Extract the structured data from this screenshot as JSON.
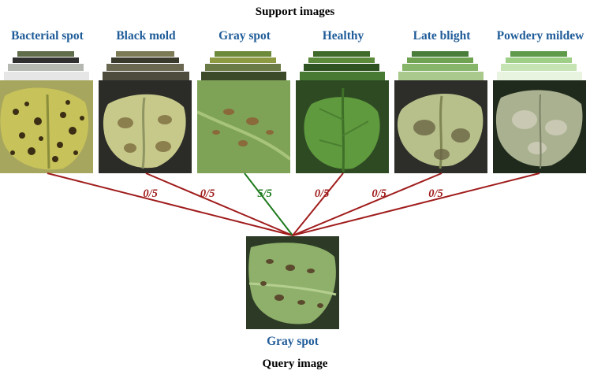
{
  "header": {
    "title": "Support images"
  },
  "classes": [
    {
      "label": "Bacterial spot",
      "score": "0/5",
      "match": false
    },
    {
      "label": "Black mold",
      "score": "0/5",
      "match": false
    },
    {
      "label": "Gray spot",
      "score": "5/5",
      "match": true
    },
    {
      "label": "Healthy",
      "score": "0/5",
      "match": false
    },
    {
      "label": "Late blight",
      "score": "0/5",
      "match": false
    },
    {
      "label": "Powdery mildew",
      "score": "0/5",
      "match": false
    }
  ],
  "query": {
    "predicted_label": "Gray spot",
    "caption": "Query image"
  },
  "colors": {
    "label_blue": "#1f5c99",
    "mismatch": "#a01c1c",
    "match": "#1e7a1e"
  }
}
